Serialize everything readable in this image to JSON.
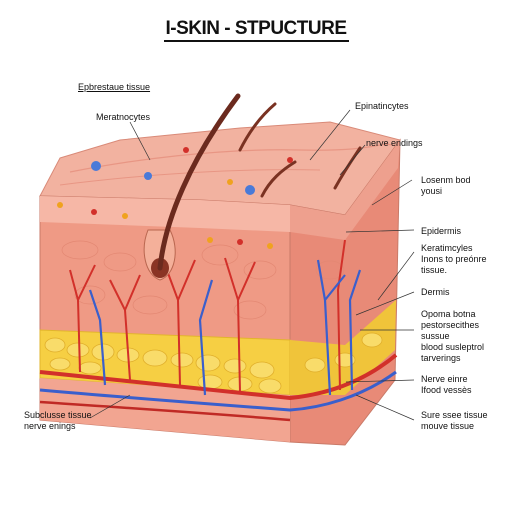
{
  "title": "I-SKIN - STPUCTURE",
  "labels": {
    "top_left": "Epbrestaue tissue",
    "meratnocytes": "Meratnocytes",
    "epinatincytes": "Epinatincytes",
    "nerve_endings": "nerve endings",
    "losenm": "Losenm bod\nyousi",
    "epidermis": "Epidermis",
    "keratimcyles": "Keratimcyles\nInons to preónre\ntissue.",
    "dermis": "Dermis",
    "opoma": "Opoma botna\npestorsecithes\nsussue\nblood susleptrol\ntarverings",
    "nerve_einre": "Nerve einre\nIfood vessès",
    "sure_ssee": "Sure ssee tissue\nmouve tissue",
    "subclusse": "Subclusse tissue\nnerve enings"
  },
  "colors": {
    "epidermis": "#f3a793",
    "dermis": "#ef9a85",
    "fat": "#f6cf43",
    "artery": "#d2302a",
    "vein": "#3a5fcc",
    "hair": "#6b2a1e"
  }
}
